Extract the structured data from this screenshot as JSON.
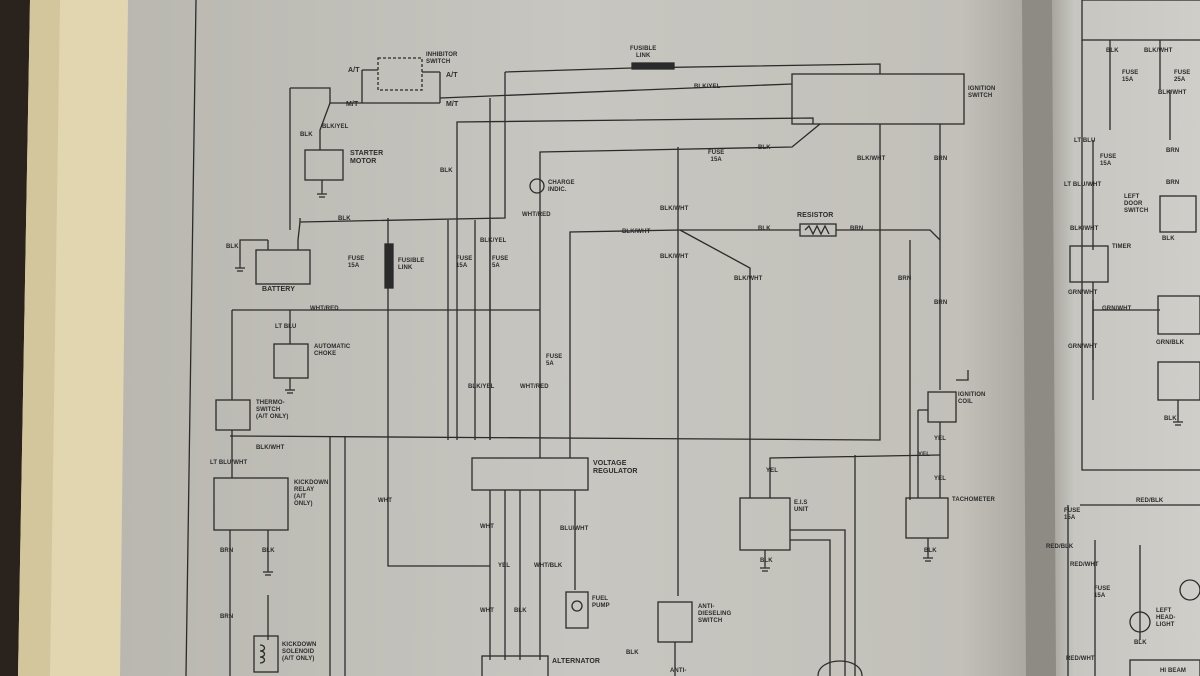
{
  "labels": {
    "battery": "BATTERY",
    "starter_motor": "STARTER\nMOTOR",
    "inhibitor_switch": "INHIBITOR\nSWITCH",
    "at_1": "A/T",
    "at_2": "A/T",
    "mt_1": "M/T",
    "mt_2": "M/T",
    "fusible_link_top": "FUSIBLE\nLINK",
    "fusible_link_mid": "FUSIBLE\nLINK",
    "ignition_switch": "IGNITION\nSWITCH",
    "charge_indic": "CHARGE\nINDIC.",
    "resistor": "RESISTOR",
    "automatic_choke": "AUTOMATIC\nCHOKE",
    "thermo_switch": "THERMO-\nSWITCH\n(A/T ONLY)",
    "kickdown_relay": "KICKDOWN\nRELAY\n(A/T\nONLY)",
    "kickdown_solenoid": "KICKDOWN\nSOLENOID\n(A/T ONLY)",
    "voltage_regulator": "VOLTAGE\nREGULATOR",
    "alternator": "ALTERNATOR",
    "fuel_pump": "FUEL\nPUMP",
    "anti_dieseling_switch": "ANTI-\nDIESELING\nSWITCH",
    "anti_partial": "ANTI-",
    "eis_unit": "E.I.S\nUNIT",
    "ignition_coil": "IGNITION\nCOIL",
    "tachometer": "TACHOMETER",
    "timer": "TIMER",
    "left_door_switch": "LEFT\nDOOR\nSWITCH",
    "left_headlight": "LEFT\nHEAD-\nLIGHT",
    "hi_beam_partial": "HI BEAM"
  },
  "fuses": {
    "f_ign_15a": "FUSE\n15A",
    "f_mid_15a_1": "FUSE\n15A",
    "f_mid_15a_2": "FUSE\n15A",
    "f_mid_5a": "FUSE\n5A",
    "f_vreg_5a": "FUSE\n5A",
    "f_right_15a_1": "FUSE\n15A",
    "f_right_25a": "FUSE\n25A",
    "f_right_15a_2": "FUSE\n15A",
    "f_right_15a_3": "FUSE\n15A",
    "f_right_15a_4": "FUSE\n15A"
  },
  "wires": {
    "w01": "BLK/YEL",
    "w02": "BLK/YEL",
    "w03": "BLK",
    "w04": "BLK",
    "w05": "BLK",
    "w06": "BLK/YEL",
    "w07": "BLK/WHT",
    "w08": "BRN",
    "w09": "BLK/WHT",
    "w10": "BLK/WHT",
    "w11": "BLK/WHT",
    "w12": "BLK",
    "w13": "BRN",
    "w14": "BRN",
    "w15": "BRN",
    "w16": "WHT/RED",
    "w17": "WHT/RED",
    "w18": "LT BLU",
    "w19": "BLK/YEL",
    "w20": "WHT/RED",
    "w21": "BLK/WHT",
    "w22": "LT BLU/WHT",
    "w23": "WHT",
    "w24": "BRN",
    "w25": "BLK",
    "w26": "BRN",
    "w27": "WHT",
    "w28": "BLU/WHT",
    "w29": "YEL",
    "w30": "WHT/BLK",
    "w31": "WHT",
    "w32": "BLK",
    "w33": "YEL",
    "w34": "YEL",
    "w35": "YEL",
    "w36": "YEL",
    "w37": "BLK",
    "w38": "BLK",
    "w39": "BLK/WHT",
    "w40": "BLK",
    "w41": "BLK",
    "w42": "BLK",
    "w43": "BLK/WHT",
    "w44": "BLK/WHT",
    "w45": "LT BLU",
    "w46": "LT BLU/WHT",
    "w47": "BRN",
    "w48": "BRN",
    "w49": "BLK/WHT",
    "w50": "BLK",
    "w51": "GRN/WHT",
    "w52": "GRN/WHT",
    "w53": "GRN/WHT",
    "w54": "GRN/BLK",
    "w55": "BLK",
    "w56": "RED/BLK",
    "w57": "RED/BLK",
    "w58": "RED/WHT",
    "w59": "BLK",
    "w60": "RED/WHT",
    "w61": "BLK"
  },
  "colors": {
    "paper": "#c4c3bd",
    "ink": "#2b2b2b",
    "paper_edge": "#e2d6b0",
    "background": "#2a221c"
  }
}
